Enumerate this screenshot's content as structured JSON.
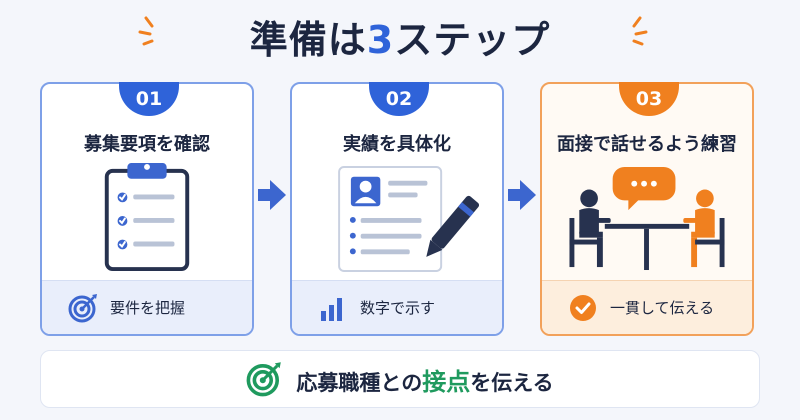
{
  "header": {
    "title_prefix": "準備は",
    "title_number": "3",
    "title_suffix": "ステップ"
  },
  "steps": [
    {
      "number": "01",
      "title": "募集要項を確認",
      "footer_label": "要件を把握",
      "illustration_icon": "clipboard-checklist-icon",
      "footer_icon": "target-icon"
    },
    {
      "number": "02",
      "title": "実績を具体化",
      "footer_label": "数字で示す",
      "illustration_icon": "resume-with-pen-icon",
      "footer_icon": "bar-chart-icon"
    },
    {
      "number": "03",
      "title": "面接で話せるよう練習",
      "footer_label": "一貫して伝える",
      "illustration_icon": "interview-conversation-icon",
      "footer_icon": "check-circle-icon"
    }
  ],
  "summary": {
    "text_before": "応募職種との",
    "text_highlight": "接点",
    "text_after": "を伝える",
    "icon": "target-icon"
  },
  "colors": {
    "primary_blue": "#2f63d9",
    "accent_orange": "#f0801f",
    "highlight_green": "#1f9a5e",
    "card_border_blue": "#7ea0e8",
    "card_border_orange": "#f2a15a"
  }
}
